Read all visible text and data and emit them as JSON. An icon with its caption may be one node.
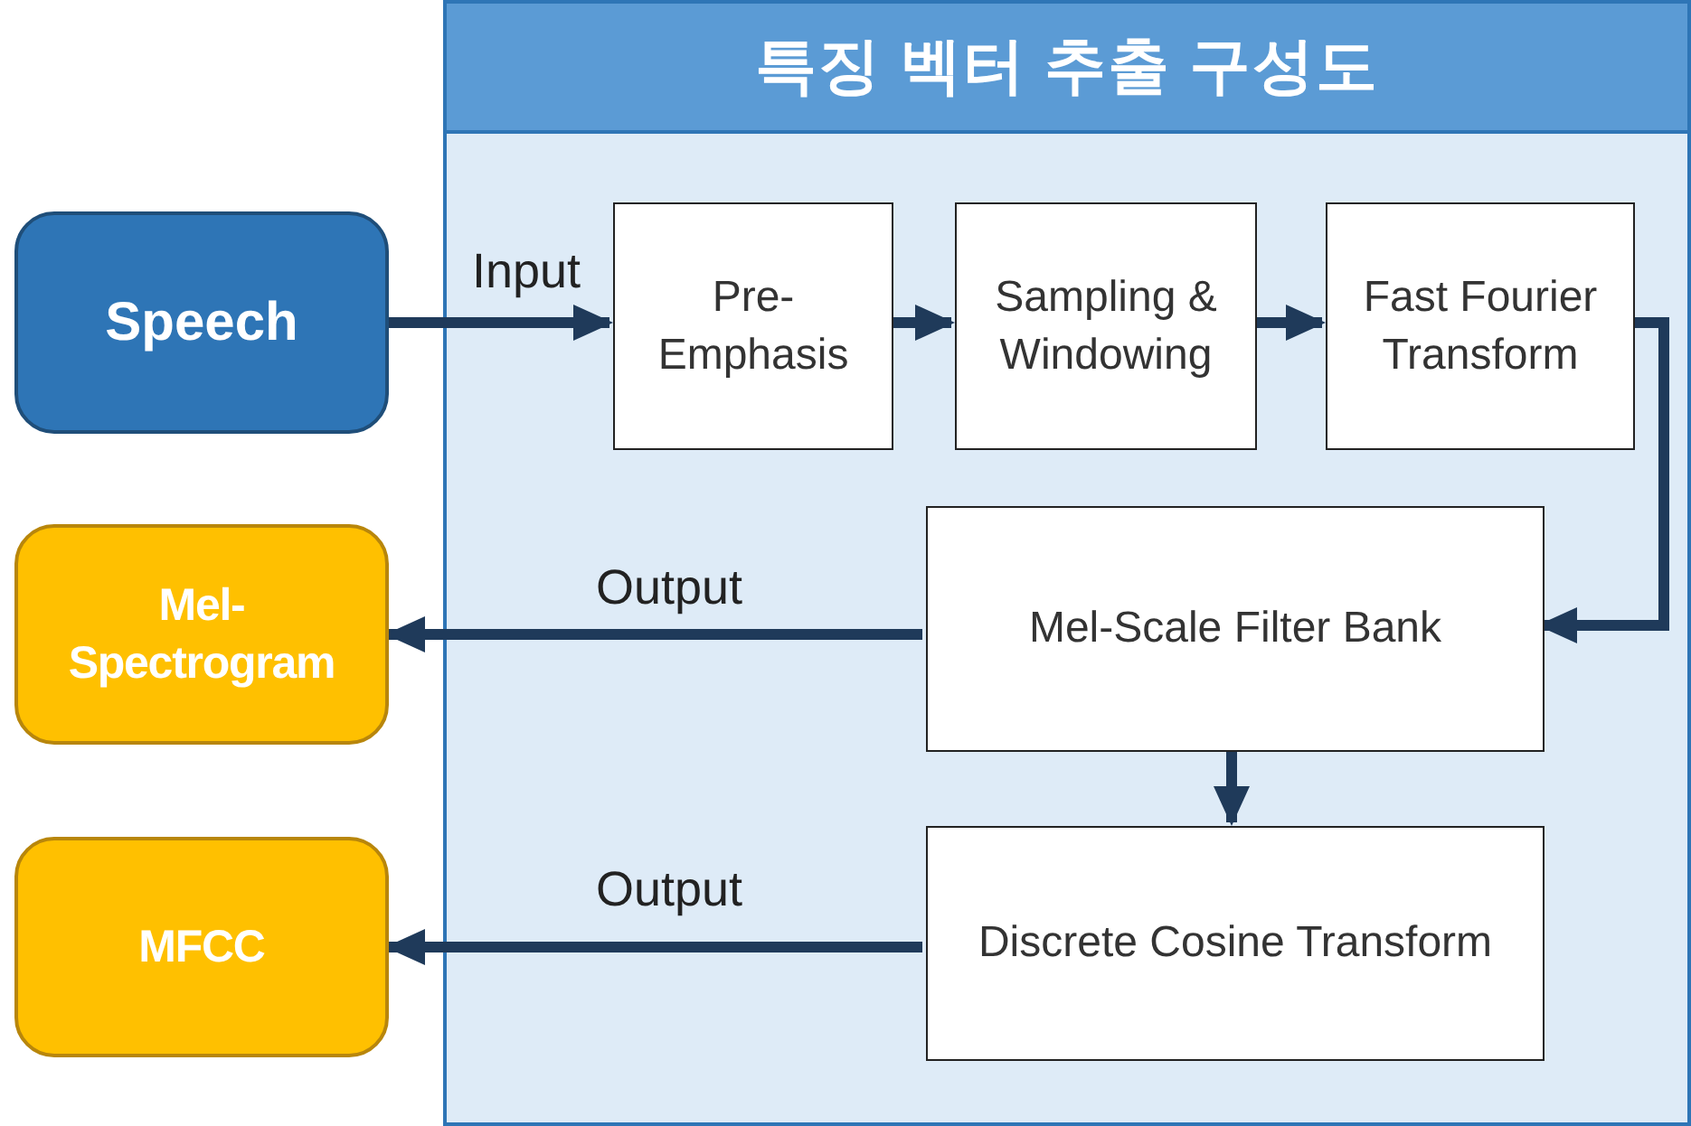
{
  "diagram": {
    "nodes": [
      {
        "text": [
          "특징 벡터 추출 구성도"
        ]
      },
      {
        "text": [
          "Speech"
        ]
      },
      {
        "text": [
          "Pre- Emphasis"
        ],
        "in": 0
      },
      {
        "text": [
          "Sampling & Windowing"
        ],
        "in": 0
      },
      {
        "text": [
          "Fast Fourier Transform"
        ],
        "in": 0
      },
      {
        "text": [
          "Mel- Spectrogram"
        ]
      },
      {
        "text": [
          "Mel-Scale Filter Bank"
        ],
        "in": 0
      },
      {
        "text": [
          "MFCC"
        ]
      },
      {
        "text": [
          "Discrete Cosine Transform"
        ],
        "in": 0
      }
    ],
    "edges": [
      {
        "from": 1,
        "to": 2,
        "arrow": "to",
        "label": "Input"
      },
      {
        "from": 2,
        "to": 3,
        "arrow": "to"
      },
      {
        "from": 3,
        "to": 4,
        "arrow": "to"
      },
      {
        "from": 4,
        "to": 6,
        "arrow": "to"
      },
      {
        "from": 6,
        "to": 5,
        "arrow": "to",
        "label": "Output"
      },
      {
        "from": 6,
        "to": 8,
        "arrow": "to"
      },
      {
        "from": 8,
        "to": 7,
        "arrow": "to",
        "label": "Output"
      }
    ]
  }
}
